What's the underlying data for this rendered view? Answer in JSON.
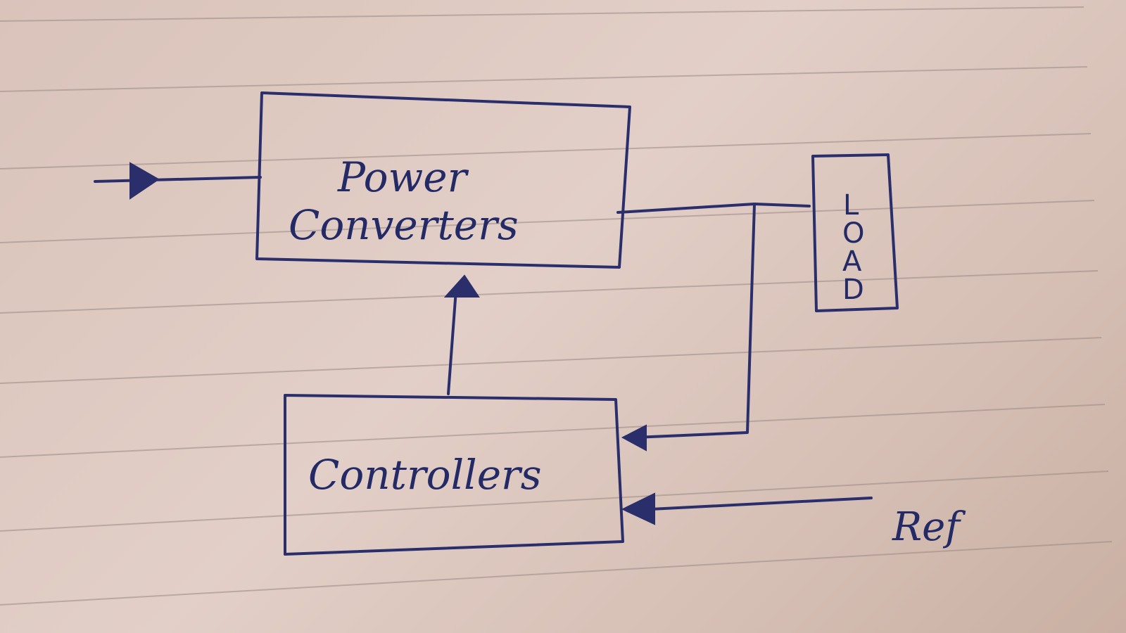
{
  "blocks": {
    "power_converters": {
      "line1": "Power",
      "line2": "Converters"
    },
    "controllers": {
      "label": "Controllers"
    },
    "load": {
      "letters": [
        "L",
        "O",
        "A",
        "D"
      ]
    }
  },
  "signals": {
    "reference": "Ref"
  },
  "colors": {
    "ink": "#2a2f6b",
    "paper": "#dcc7bf",
    "ruling": "#9a8a86"
  }
}
